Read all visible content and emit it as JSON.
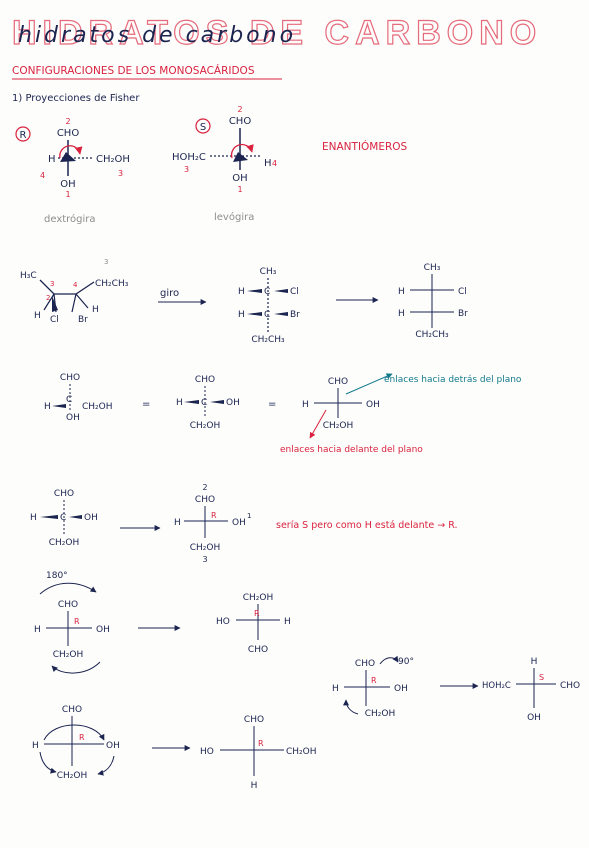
{
  "page": {
    "title_outline": "HIDRATOS DE CARBONO",
    "title_script": "hidratos de carbono",
    "section_heading": "CONFIGURACIONES DE LOS MONOSACÁRIDOS",
    "subheading": "1) Proyecciones de Fisher"
  },
  "colors": {
    "red": "#d9223f",
    "navy": "#1c2450",
    "teal": "#137a8c",
    "pencil": "#8d8d8d",
    "paper": "#fdfdfb"
  },
  "row1": {
    "left": {
      "badge": "R",
      "top_number": "2",
      "top": "CHO",
      "left_atom": "H",
      "right": "CH₂OH",
      "right_number": "3",
      "left_number": "4",
      "bottom": "OH",
      "bottom_number": "1",
      "caption": "dextrógira"
    },
    "right": {
      "badge": "S",
      "top_number": "2",
      "top": "CHO",
      "left": "HOH₂C",
      "left_number": "3",
      "right_atom": "H",
      "right_number": "4",
      "bottom": "OH",
      "bottom_number": "1",
      "caption": "levógira"
    },
    "enantiomers_label": "ENANTIÓMEROS"
  },
  "row2": {
    "mol": {
      "left_top": "H₃C",
      "left_num": "3",
      "left_num2": "2",
      "right_num": "4",
      "right_num_top": "3",
      "right_top": "CH₂CH₃",
      "left_h": "H",
      "left_cl": "Cl",
      "right_br": "Br",
      "right_h": "H"
    },
    "arrow_label": "giro",
    "wedge": {
      "top": "CH₃",
      "upper_left": "H",
      "upper_c": "C",
      "upper_right": "Cl",
      "lower_left": "H",
      "lower_c": "C",
      "lower_right": "Br",
      "bottom": "CH₂CH₃"
    },
    "fischer": {
      "top": "CH₃",
      "upper_left": "H",
      "upper_right": "Cl",
      "lower_left": "H",
      "lower_right": "Br",
      "bottom": "CH₂CH₃"
    }
  },
  "row3": {
    "a": {
      "top": "CHO",
      "left": "H",
      "c": "C",
      "right": "CH₂OH",
      "bottom": "OH"
    },
    "eq1": "=",
    "b": {
      "top": "CHO",
      "left": "H",
      "c": "C",
      "right": "OH",
      "bottom": "CH₂OH"
    },
    "eq2": "=",
    "c": {
      "top": "CHO",
      "left": "H",
      "right": "OH",
      "bottom": "CH₂OH"
    },
    "note_back": "enlaces hacia detrás del plano",
    "note_front": "enlaces hacia delante del plano"
  },
  "row4": {
    "a": {
      "top": "CHO",
      "left": "H",
      "c": "C",
      "right": "OH",
      "bottom": "CH₂OH"
    },
    "b": {
      "top_number": "2",
      "top": "CHO",
      "left": "H",
      "badge": "R",
      "right": "OH",
      "right_number": "1",
      "bottom": "CH₂OH",
      "bottom_number": "3"
    },
    "note": "sería S pero como H está delante → R."
  },
  "row5": {
    "rotation": "180°",
    "a": {
      "top": "CHO",
      "left": "H",
      "badge": "R",
      "right": "OH",
      "bottom": "CH₂OH"
    },
    "b": {
      "top": "CH₂OH",
      "left": "HO",
      "badge": "R",
      "right": "H",
      "bottom": "CHO"
    }
  },
  "row6": {
    "rotation": "90°",
    "a": {
      "top": "CHO",
      "left": "H",
      "badge": "R",
      "right": "OH",
      "bottom": "CH₂OH"
    },
    "b": {
      "top": "H",
      "left": "HOH₂C",
      "badge": "S",
      "right": "CHO",
      "bottom": "OH"
    }
  },
  "row7": {
    "a": {
      "top": "CHO",
      "left": "H",
      "badge": "R",
      "right": "OH",
      "bottom": "CH₂OH"
    },
    "b": {
      "top": "CHO",
      "left": "HO",
      "badge": "R",
      "right": "CH₂OH",
      "bottom": "H"
    }
  }
}
